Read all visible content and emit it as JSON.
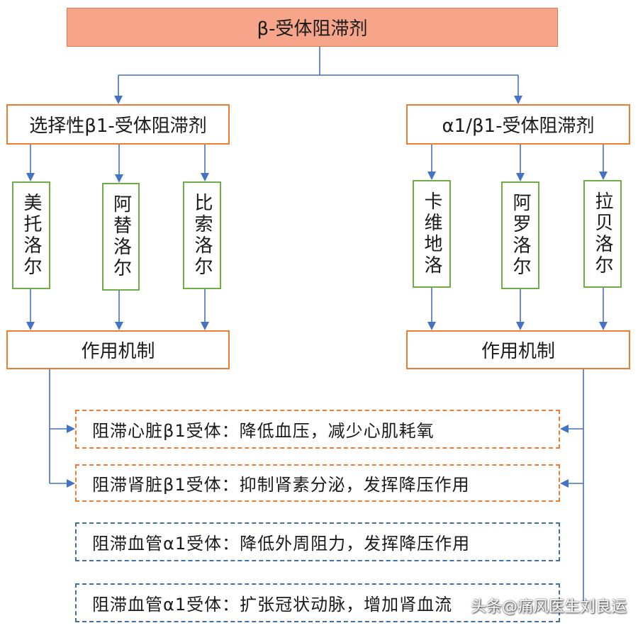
{
  "diagram": {
    "title": "β-受体阻滞剂",
    "left_category": "选择性β1-受体阻滞剂",
    "right_category": "α1/β1-受体阻滞剂",
    "left_drugs": [
      "美托洛尔",
      "阿替洛尔",
      "比索洛尔"
    ],
    "right_drugs": [
      "卡维地洛",
      "阿罗洛尔",
      "拉贝洛尔"
    ],
    "left_mechanism": "作用机制",
    "right_mechanism": "作用机制",
    "effects": [
      "阻滞心脏β1受体：降低血压，减少心肌耗氧",
      "阻滞肾脏β1受体：抑制肾素分泌，发挥降压作用",
      "阻滞血管α1受体：降低外周阻力，发挥降压作用",
      "阻滞血管α1受体：扩张冠状动脉，增加肾血流"
    ],
    "colors": {
      "title_fill": "#f6a58a",
      "orange_border": "#ed7d31",
      "green_border": "#70ad47",
      "blue_border": "#41719c",
      "connector": "#4472c4"
    }
  },
  "watermark": "头条@痛风医生刘良运"
}
